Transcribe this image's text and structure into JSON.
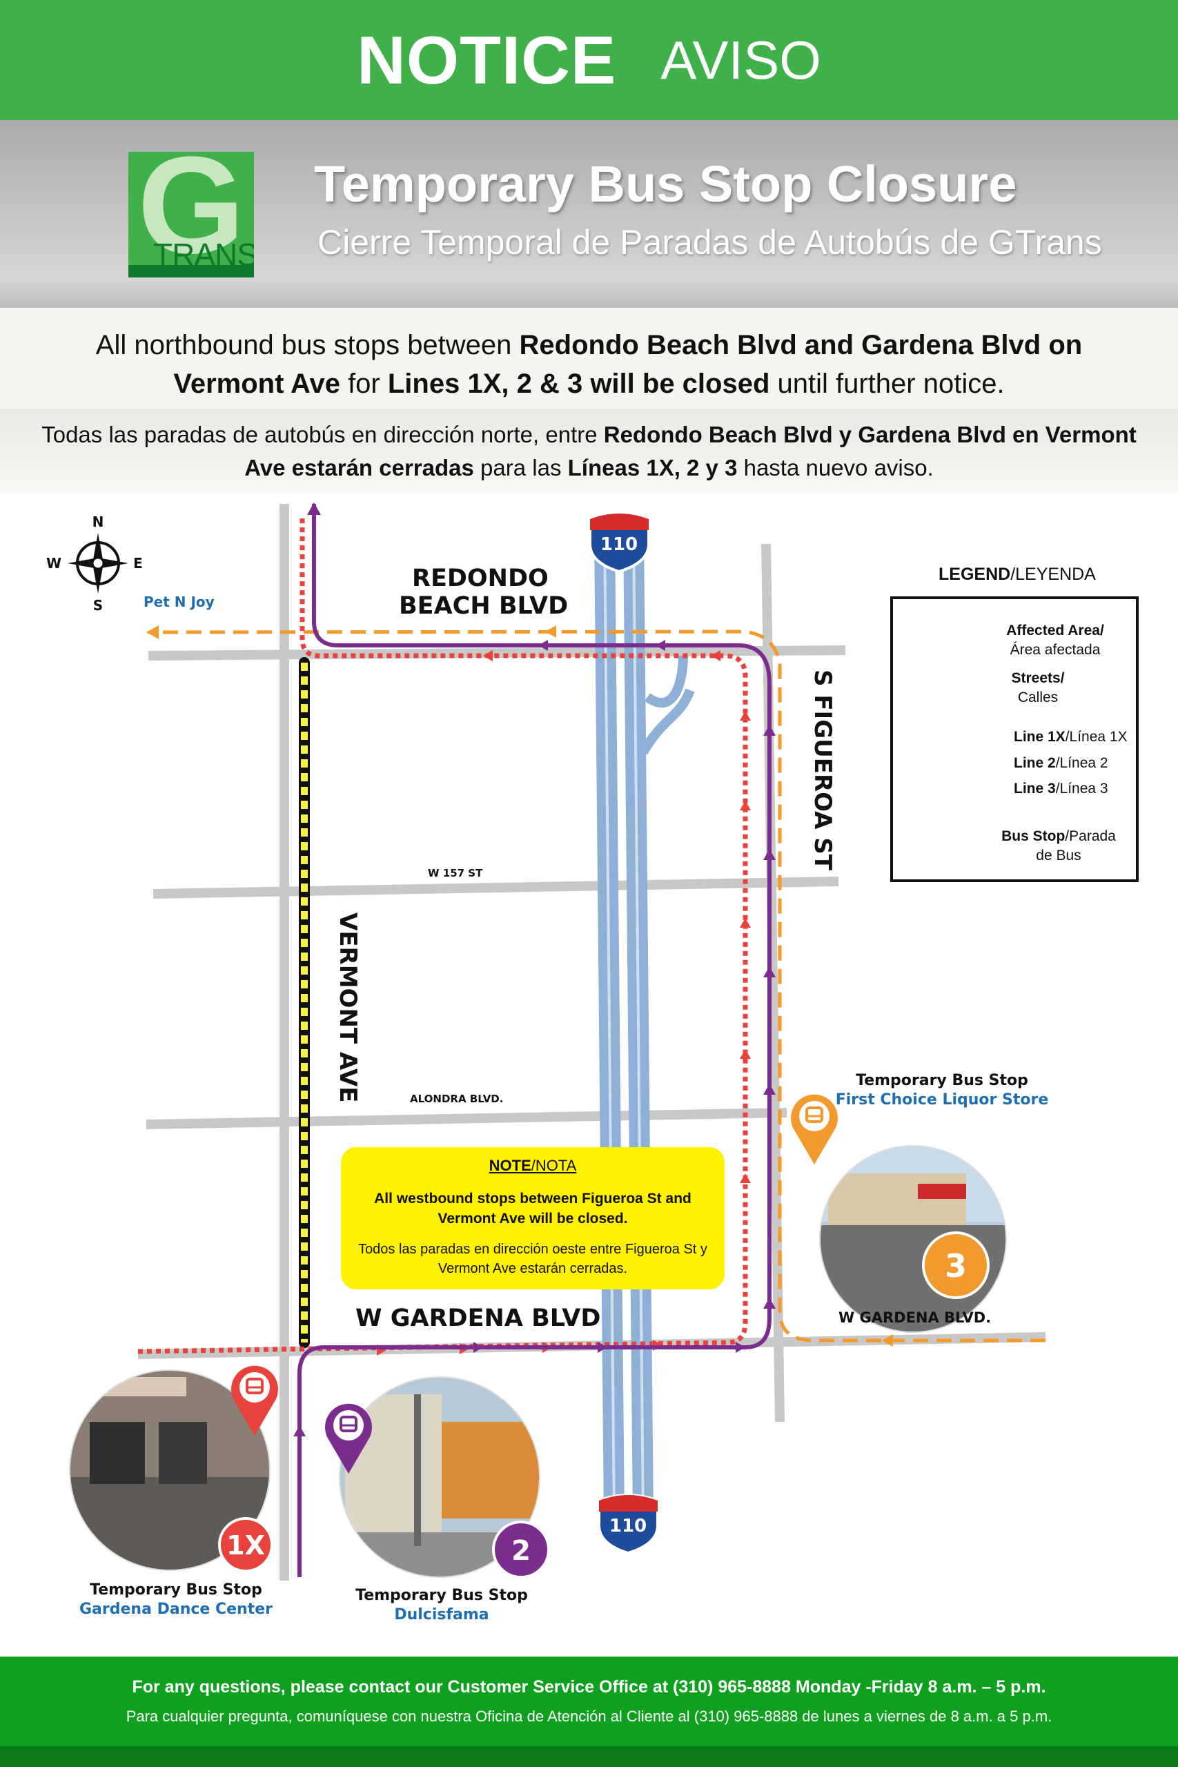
{
  "header": {
    "notice": "NOTICE",
    "aviso": "AVISO",
    "title_en": "Temporary Bus Stop Closure",
    "title_es": "Cierre Temporal de Paradas de Autobús de GTrans",
    "logo_letter": "G",
    "logo_text": "TRANS"
  },
  "message_en": {
    "p1": "All northbound bus stops between ",
    "b1": "Redondo Beach Blvd and Gardena Blvd on Vermont Ave",
    "p2": " for ",
    "b2": "Lines 1X, 2 & 3 will be closed",
    "p3": " until further notice."
  },
  "message_es": {
    "p1": "Todas las paradas de autobús en dirección norte, entre ",
    "b1": "Redondo Beach Blvd y Gardena Blvd en Vermont Ave estarán cerradas",
    "p2": " para las ",
    "b2": "Líneas 1X, 2 y 3",
    "p3": " hasta nuevo aviso."
  },
  "map": {
    "compass": {
      "n": "N",
      "s": "S",
      "e": "E",
      "w": "W"
    },
    "pet_n_joy": "Pet N Joy",
    "redondo_1": "REDONDO",
    "redondo_2": "BEACH BLVD",
    "figueroa": "S FIGUEROA ST",
    "vermont": "VERMONT AVE",
    "w157": "W 157 ST",
    "alondra": "ALONDRA BLVD.",
    "w_gardena": "W GARDENA BLVD",
    "w_gardena_2": "W GARDENA BLVD.",
    "freeway": "110",
    "colors": {
      "line_1x": "#e8423c",
      "line_2": "#7b2d8e",
      "line_3": "#f29a2e",
      "street": "#c8c8c8",
      "freeway": "#8fb0d6",
      "affected": "#f5ef4a"
    }
  },
  "legend": {
    "title_en": "LEGEND",
    "title_es": "LEYENDA",
    "affected_en": "Affected Area/",
    "affected_es": "Área afectada",
    "streets_en": "Streets/",
    "streets_es": "Calles",
    "line1x_en": "Line 1X",
    "line1x_es": "Línea 1X",
    "line2_en": "Line 2",
    "line2_es": "Línea 2",
    "line3_en": "Line 3",
    "line3_es": "Línea 3",
    "stop_en": "Bus Stop",
    "stop_es_1": "Parada",
    "stop_es_2": "de Bus",
    "bus_stop_icon": "bus-stop-pin-icon"
  },
  "note": {
    "title_en": "NOTE",
    "title_es": "NOTA",
    "text_en": "All westbound stops between Figueroa St and Vermont Ave will be closed.",
    "text_es": "Todos las paradas en dirección oeste entre Figueroa St y Vermont Ave estarán cerradas."
  },
  "stops": [
    {
      "badge": "1X",
      "caption": "Temporary Bus Stop",
      "place": "Gardena Dance Center",
      "color": "#e8423c"
    },
    {
      "badge": "2",
      "caption": "Temporary Bus Stop",
      "place": "Dulcisfama",
      "color": "#7b2d8e"
    },
    {
      "badge": "3",
      "caption": "Temporary Bus Stop",
      "place": "First Choice Liquor Store",
      "color": "#f29a2e"
    }
  ],
  "footer": {
    "en": "For any questions, please contact our Customer Service Office at (310) 965-8888 Monday -Friday  8 a.m. – 5 p.m.",
    "es": "Para cualquier pregunta, comuníquese con nuestra Oficina de Atención al Cliente al (310) 965-8888 de lunes a viernes de 8 a.m. a 5 p.m."
  }
}
